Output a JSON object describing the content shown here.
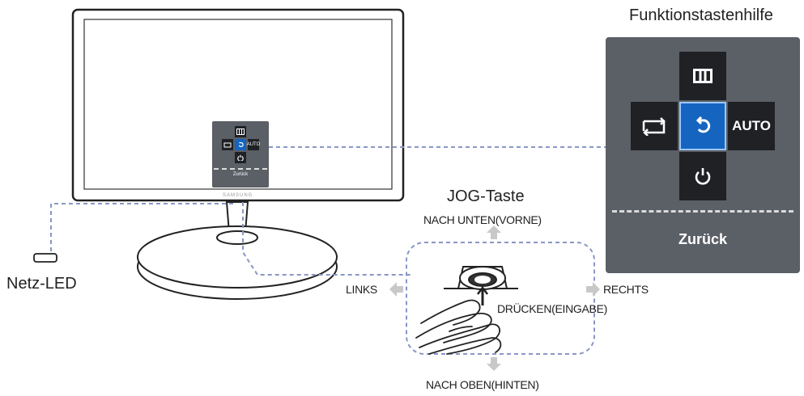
{
  "guide": {
    "title": "Funktionstastenhilfe",
    "buttons": {
      "up_icon": "menu-grid-icon",
      "left_icon": "source-swap-icon",
      "center_icon": "return-arrow-icon",
      "right_label": "AUTO",
      "down_icon": "power-icon"
    },
    "back_label": "Zurück"
  },
  "mini_panel": {
    "right_label": "AUTO",
    "back_label": "Zurück"
  },
  "monitor": {
    "brand": "SAMSUNG"
  },
  "jog": {
    "title": "JOG-Taste",
    "up": "NACH UNTEN(VORNE)",
    "down": "NACH OBEN(HINTEN)",
    "left": "LINKS",
    "right": "RECHTS",
    "press": "DRÜCKEN(EINGABE)"
  },
  "led": {
    "label": "Netz-LED"
  },
  "colors": {
    "panel_bg": "#5b5f66",
    "button_bg": "#1f2125",
    "accent": "#1565c0",
    "dashed_line": "#8a96c8"
  }
}
